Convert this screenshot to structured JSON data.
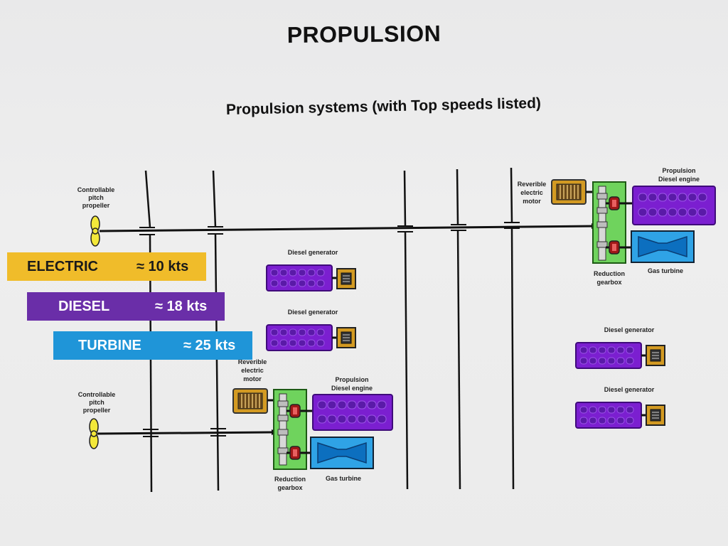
{
  "title": "PROPULSION",
  "subtitle": "Propulsion systems  (with Top speeds listed)",
  "speeds": [
    {
      "name": "ELECTRIC",
      "value": "≈ 10 kts",
      "color": "#f0bc2a",
      "text_color": "#1a1a1a"
    },
    {
      "name": "DIESEL",
      "value": "≈ 18 kts",
      "color": "#6a2ea8",
      "text_color": "#ffffff"
    },
    {
      "name": "TURBINE",
      "value": "≈ 25 kts",
      "color": "#1f95d8",
      "text_color": "#ffffff"
    }
  ],
  "diagram": {
    "cpp_label_lines": [
      "Controllable",
      "pitch",
      "propeller"
    ],
    "diesel_generator": "Diesel generator",
    "motor_label_lines": [
      "Reverible",
      "electric",
      "motor"
    ],
    "engine_label_lines": [
      "Propulsion",
      "Diesel engine"
    ],
    "gearbox_label_lines": [
      "Reduction",
      "gearbox"
    ],
    "gas_turbine": "Gas turbine"
  },
  "colors": {
    "engine": "#7b1fd0",
    "engine_dark": "#3f0b7a",
    "generator_box": "#d39a22",
    "gearbox": "#6fd35d",
    "turbine": "#2fa3e6",
    "propeller": "#f3e83a",
    "shaft": "#111111"
  }
}
